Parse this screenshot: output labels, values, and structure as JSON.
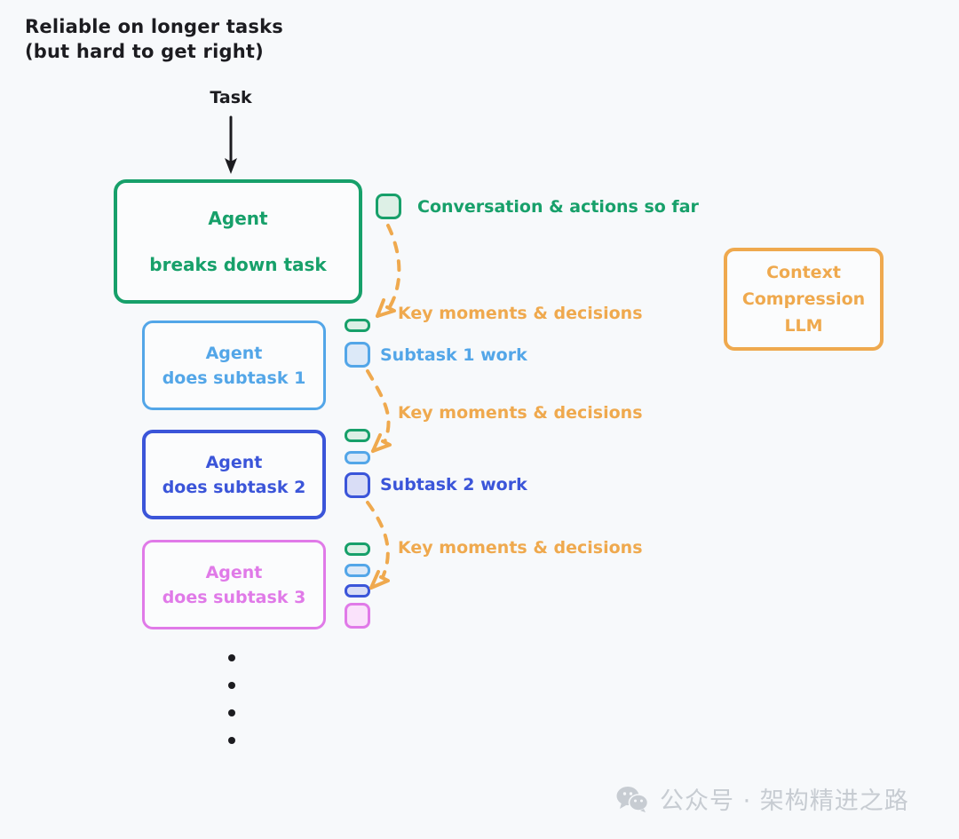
{
  "title": "Reliable on longer tasks\n(but hard to get right)",
  "flow": {
    "task_label": "Task",
    "task_arrow_icon": "down-arrow-icon"
  },
  "boxes": {
    "main": {
      "line1": "Agent",
      "line2": "breaks down task",
      "color": "#17a06a"
    },
    "sub1": {
      "line1": "Agent",
      "line2": "does subtask 1",
      "color": "#53a6e8"
    },
    "sub2": {
      "line1": "Agent",
      "line2": "does subtask 2",
      "color": "#3b55d9"
    },
    "sub3": {
      "line1": "Agent",
      "line2": "does subtask 3",
      "color": "#e07ae8"
    },
    "compression": {
      "line1": "Context",
      "line2": "Compression",
      "line3": "LLM",
      "color": "#efa94e"
    }
  },
  "labels": {
    "conversation": "Conversation & actions so far",
    "subtask1_work": "Subtask 1 work",
    "subtask2_work": "Subtask 2 work",
    "key_moments_1": "Key moments & decisions",
    "key_moments_2": "Key moments & decisions",
    "key_moments_3": "Key moments & decisions"
  },
  "chips": {
    "green_pill_name": "compressed-context-chip-green",
    "blue_pill_name": "compressed-context-chip-blue",
    "indigo_pill_name": "compressed-context-chip-indigo",
    "green_square_name": "context-chip-green",
    "blue_square_name": "context-chip-blue",
    "indigo_square_name": "context-chip-indigo",
    "pink_square_name": "context-chip-pink"
  },
  "continuation_dots": 4,
  "watermark": {
    "icon": "wechat-icon",
    "text": "公众号 · 架构精进之路"
  },
  "colors": {
    "background": "#f7f9fb",
    "green": "#17a06a",
    "light_blue": "#53a6e8",
    "indigo": "#3b55d9",
    "pink": "#e07ae8",
    "orange": "#efa94e",
    "ink": "#1c1c20",
    "watermark": "#c7ccd2"
  }
}
